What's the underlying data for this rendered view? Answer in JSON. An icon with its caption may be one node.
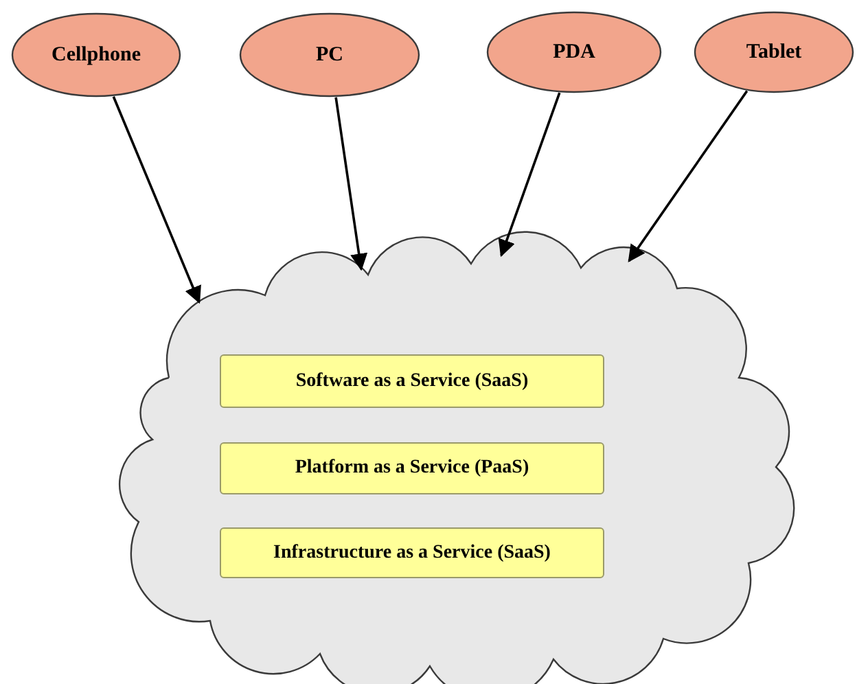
{
  "diagram": {
    "nodes": [
      {
        "text": [
          "Cellphone"
        ]
      },
      {
        "text": [
          "PC"
        ]
      },
      {
        "text": [
          "PDA"
        ]
      },
      {
        "text": [
          "Tablet"
        ]
      },
      {
        "text": [],
        "shape": "cloud"
      },
      {
        "text": [
          "Software as a Service (SaaS)"
        ],
        "in": 4
      },
      {
        "text": [
          "Platform as a Service (PaaS)"
        ],
        "in": 4
      },
      {
        "text": [
          "Infrastructure as a Service (SaaS)"
        ],
        "in": 4
      }
    ],
    "edges": [
      {
        "from": 0,
        "to": 4,
        "arrow": "to"
      },
      {
        "from": 1,
        "to": 4,
        "arrow": "to"
      },
      {
        "from": 2,
        "to": 4,
        "arrow": "to"
      },
      {
        "from": 3,
        "to": 4,
        "arrow": "to"
      }
    ]
  }
}
